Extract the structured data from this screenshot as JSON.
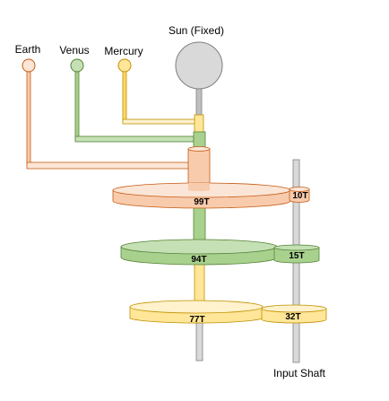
{
  "labels": {
    "sun": "Sun (Fixed)",
    "earth": "Earth",
    "venus": "Venus",
    "mercury": "Mercury",
    "input_shaft": "Input Shaft"
  },
  "gears": {
    "g99": "99T",
    "g10": "10T",
    "g94": "94T",
    "g15": "15T",
    "g77": "77T",
    "g32": "32T"
  },
  "colors": {
    "earth": "#f4b183",
    "venus": "#a9d18e",
    "mercury": "#ffd966",
    "sun": "#d9d9d9",
    "shaft": "#bfbfbf"
  }
}
